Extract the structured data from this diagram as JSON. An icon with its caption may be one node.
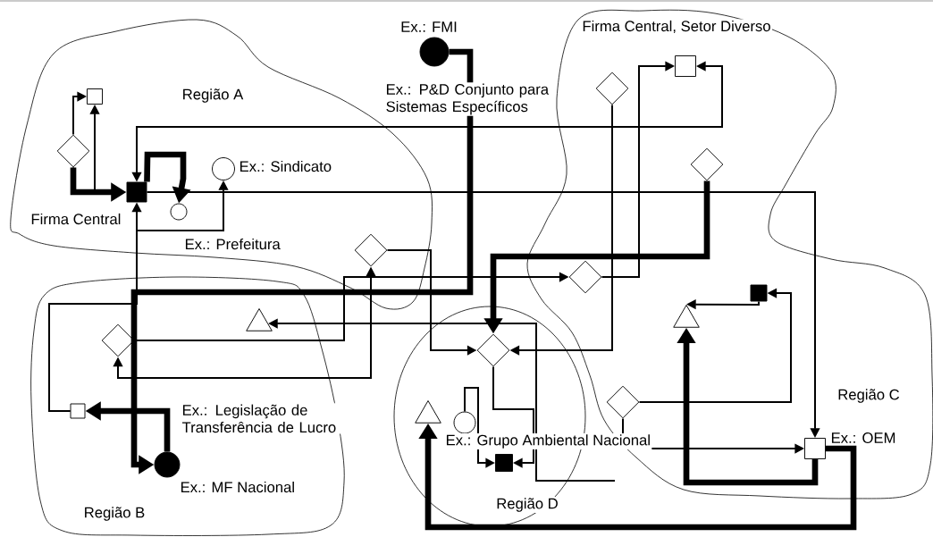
{
  "diagram": {
    "nodes": [
      {
        "text": [
          "Região A"
        ]
      },
      {
        "text": [],
        "shape": "box",
        "in": 0
      },
      {
        "text": [],
        "shape": "diamond",
        "in": 0
      },
      {
        "text": [
          "Firma Central"
        ],
        "in": 0
      },
      {
        "text": [
          "Ex.: Sindicato"
        ],
        "in": 0
      },
      {
        "text": [
          "Ex.: Prefeitura"
        ],
        "in": 0
      },
      {
        "text": [],
        "shape": "diamond",
        "in": 0
      },
      {
        "text": [
          "Ex.: FMI"
        ]
      },
      {
        "text": [
          "Firma Central, Setor Diverso",
          "Região C"
        ]
      },
      {
        "text": [],
        "shape": "box",
        "in": 8
      },
      {
        "text": [],
        "shape": "diamond",
        "in": 8
      },
      {
        "text": [],
        "shape": "diamond",
        "in": 8
      },
      {
        "text": [],
        "shape": "box",
        "in": 8
      },
      {
        "text": [],
        "shape": "triangle",
        "in": 8
      },
      {
        "text": [],
        "shape": "diamond",
        "in": 8
      },
      {
        "text": [
          "Ex.: OEM"
        ],
        "in": 8
      },
      {
        "text": [],
        "shape": "diamond",
        "in": 8
      },
      {
        "text": [
          "Região B"
        ]
      },
      {
        "text": [],
        "shape": "diamond",
        "in": 17
      },
      {
        "text": [],
        "shape": "triangle",
        "in": 17
      },
      {
        "text": [],
        "shape": "box",
        "in": 17
      },
      {
        "text": [
          "Ex.: MF Nacional"
        ],
        "in": 17
      },
      {
        "text": [
          "Região D"
        ]
      },
      {
        "text": [],
        "shape": "diamond",
        "in": 22
      },
      {
        "text": [],
        "shape": "circle",
        "in": 22
      },
      {
        "text": [],
        "shape": "triangle",
        "in": 22
      },
      {
        "text": [],
        "shape": "box",
        "in": 22
      }
    ],
    "edges": [
      {
        "from": 2,
        "to": 1,
        "arrow": "to"
      },
      {
        "from": 2,
        "to": 1,
        "arrow": "to"
      },
      {
        "from": 2,
        "to": 3,
        "arrow": "to",
        "style": "thick"
      },
      {
        "from": 3,
        "to": 5,
        "arrow": "to",
        "style": "thick"
      },
      {
        "from": 3,
        "to": 9,
        "arrow": "both"
      },
      {
        "from": 3,
        "to": 15,
        "arrow": "to"
      },
      {
        "from": 20,
        "to": 3,
        "arrow": "to"
      },
      {
        "from": 20,
        "to": 4,
        "arrow": "to"
      },
      {
        "from": 7,
        "to": 21,
        "arrow": "to",
        "style": "thick"
      },
      {
        "from": 18,
        "to": 16,
        "arrow": "to"
      },
      {
        "from": 18,
        "to": 6,
        "arrow": "both"
      },
      {
        "from": 6,
        "to": 23,
        "arrow": "to"
      },
      {
        "from": null,
        "to": 19,
        "arrow": "to"
      },
      {
        "from": 11,
        "to": 23,
        "arrow": "to",
        "style": "thick"
      },
      {
        "from": 10,
        "to": 23,
        "arrow": "to"
      },
      {
        "from": 16,
        "to": 9,
        "arrow": "to"
      },
      {
        "from": 12,
        "to": 13,
        "arrow": "to"
      },
      {
        "from": 15,
        "to": 13,
        "arrow": "to",
        "style": "thick"
      },
      {
        "from": 14,
        "to": 12,
        "arrow": "to"
      },
      {
        "from": 14,
        "to": 15,
        "arrow": "to"
      },
      {
        "from": 15,
        "to": 25,
        "arrow": "to",
        "style": "thick"
      },
      {
        "from": 23,
        "to": 26,
        "arrow": "to"
      },
      {
        "from": 24,
        "to": 26,
        "arrow": "to"
      },
      {
        "from": 21,
        "to": 20,
        "arrow": "to",
        "style": "thick"
      }
    ],
    "labels": [
      "Ex.: P&D Conjunto para Sistemas Específicos",
      "Ex.: Legislação de Transferência de Lucro",
      "Ex.: Grupo Ambiental Nacional"
    ]
  }
}
